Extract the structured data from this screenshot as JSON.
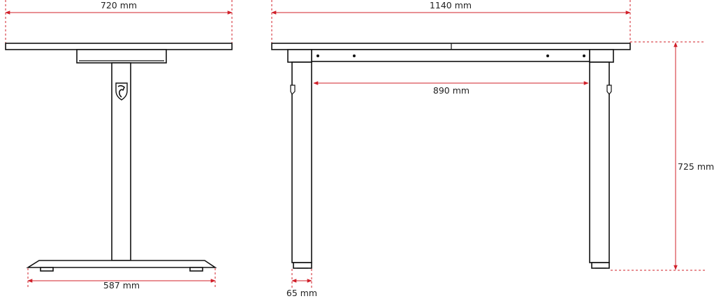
{
  "dimensions": {
    "side_top_width": "720 mm",
    "front_top_width": "1140 mm",
    "inner_leg_span": "890 mm",
    "height": "725 mm",
    "foot_length": "587 mm",
    "leg_width": "65 mm"
  },
  "colors": {
    "dimension_line": "#d0202a",
    "outline": "#111111",
    "background": "#ffffff"
  },
  "icons": {
    "logo": "shield-logo-icon"
  }
}
